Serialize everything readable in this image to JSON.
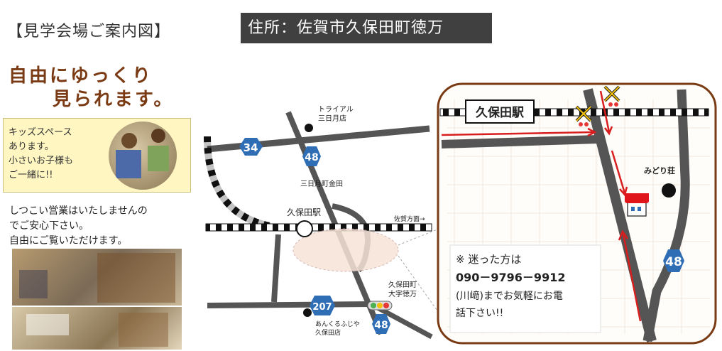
{
  "heading": "【見学会場ご案内図】",
  "address": "住所：佐賀市久保田町徳万",
  "tagline": {
    "line1": "自由にゆっくり",
    "line2": "見られます。"
  },
  "kids_box": {
    "lines": [
      "キッズスペース",
      "あります。",
      "小さいお子様も",
      "ご一緒に!!"
    ]
  },
  "body_text": [
    "しつこい営業はいたしませんの",
    "でご安心下さい。",
    "自由にご覧いただけます。"
  ],
  "map_labels": {
    "trial_store": [
      "トライアル",
      "三日月店"
    ],
    "route_34": "34",
    "route_48": "48",
    "route_207": "207",
    "mikatsuki_intersection": "三日月町金田",
    "station": "久保田駅",
    "to_saga": "佐賀方面→",
    "tokuman_intersection": [
      "久保田町",
      "大字徳万"
    ],
    "ankurumu_store": [
      "あんくるふじや",
      "久保田店"
    ]
  },
  "detail_map": {
    "station": "久保田駅",
    "midori_so": "みどり荘",
    "route_48": "48",
    "contact_lines": [
      "※ 迷った方は",
      "090－9796－9912",
      "(川﨑)までお気軽にお電",
      "話下さい!!"
    ]
  },
  "colors": {
    "tagline": "#7a3b14",
    "address_bg": "#404040",
    "route_badge": "#2f6eb5",
    "guide_arrow": "#d81e1e",
    "house_roof": "#e0151b"
  }
}
